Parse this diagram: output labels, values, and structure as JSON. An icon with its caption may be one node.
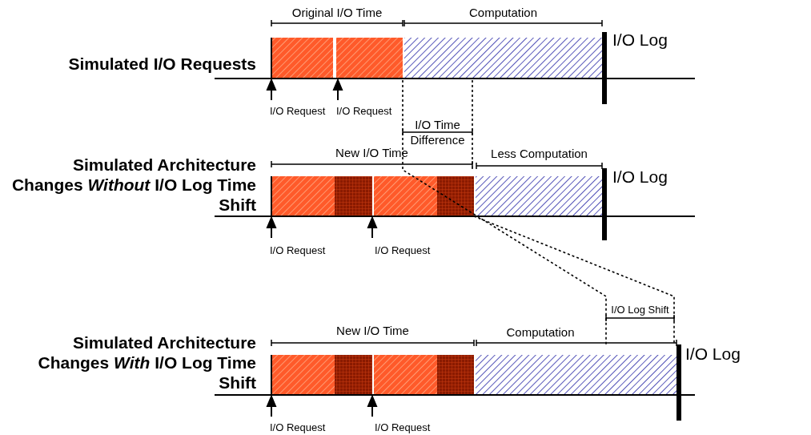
{
  "diagram": {
    "labels": [
      "Original I/O Time",
      "Computation",
      "Simulated I/O Requests",
      "I/O Log",
      "I/O Request",
      "I/O Request",
      "I/O Time Difference",
      "New I/O Time",
      "Less Computation",
      "Simulated Architecture Changes *Without* I/O Log Time Shift",
      "I/O Log",
      "I/O Request",
      "I/O Request",
      "I/O Log Shift",
      "New I/O Time",
      "Computation",
      "Simulated Architecture Changes *With* I/O Log Time Shift",
      "I/O Log",
      "I/O Request",
      "I/O Request"
    ]
  }
}
